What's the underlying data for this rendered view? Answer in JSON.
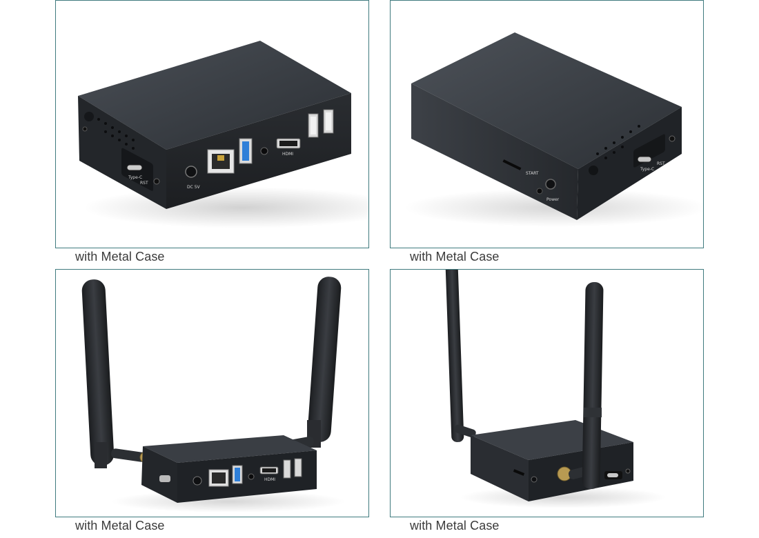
{
  "panels": [
    {
      "caption": "with Metal Case",
      "photo": "mini-pc-metal-case-front-ports",
      "port_labels": [
        "Type-C",
        "RST",
        "HDMI",
        "DC 5V"
      ]
    },
    {
      "caption": "with Metal Case",
      "photo": "mini-pc-metal-case-side-view",
      "port_labels": [
        "Type-C",
        "RST",
        "START",
        "Power"
      ]
    },
    {
      "caption": "with Metal Case",
      "photo": "mini-pc-metal-case-front-with-two-antennas",
      "port_labels": [
        "HDMI"
      ]
    },
    {
      "caption": "with Metal Case",
      "photo": "mini-pc-metal-case-side-with-two-antennas",
      "port_labels": []
    }
  ],
  "colors": {
    "frame_border": "#3f7a7e",
    "case_body": "#2a2e33",
    "caption_text": "#3a3a3a",
    "usb3_port": "#2f7fd8"
  }
}
